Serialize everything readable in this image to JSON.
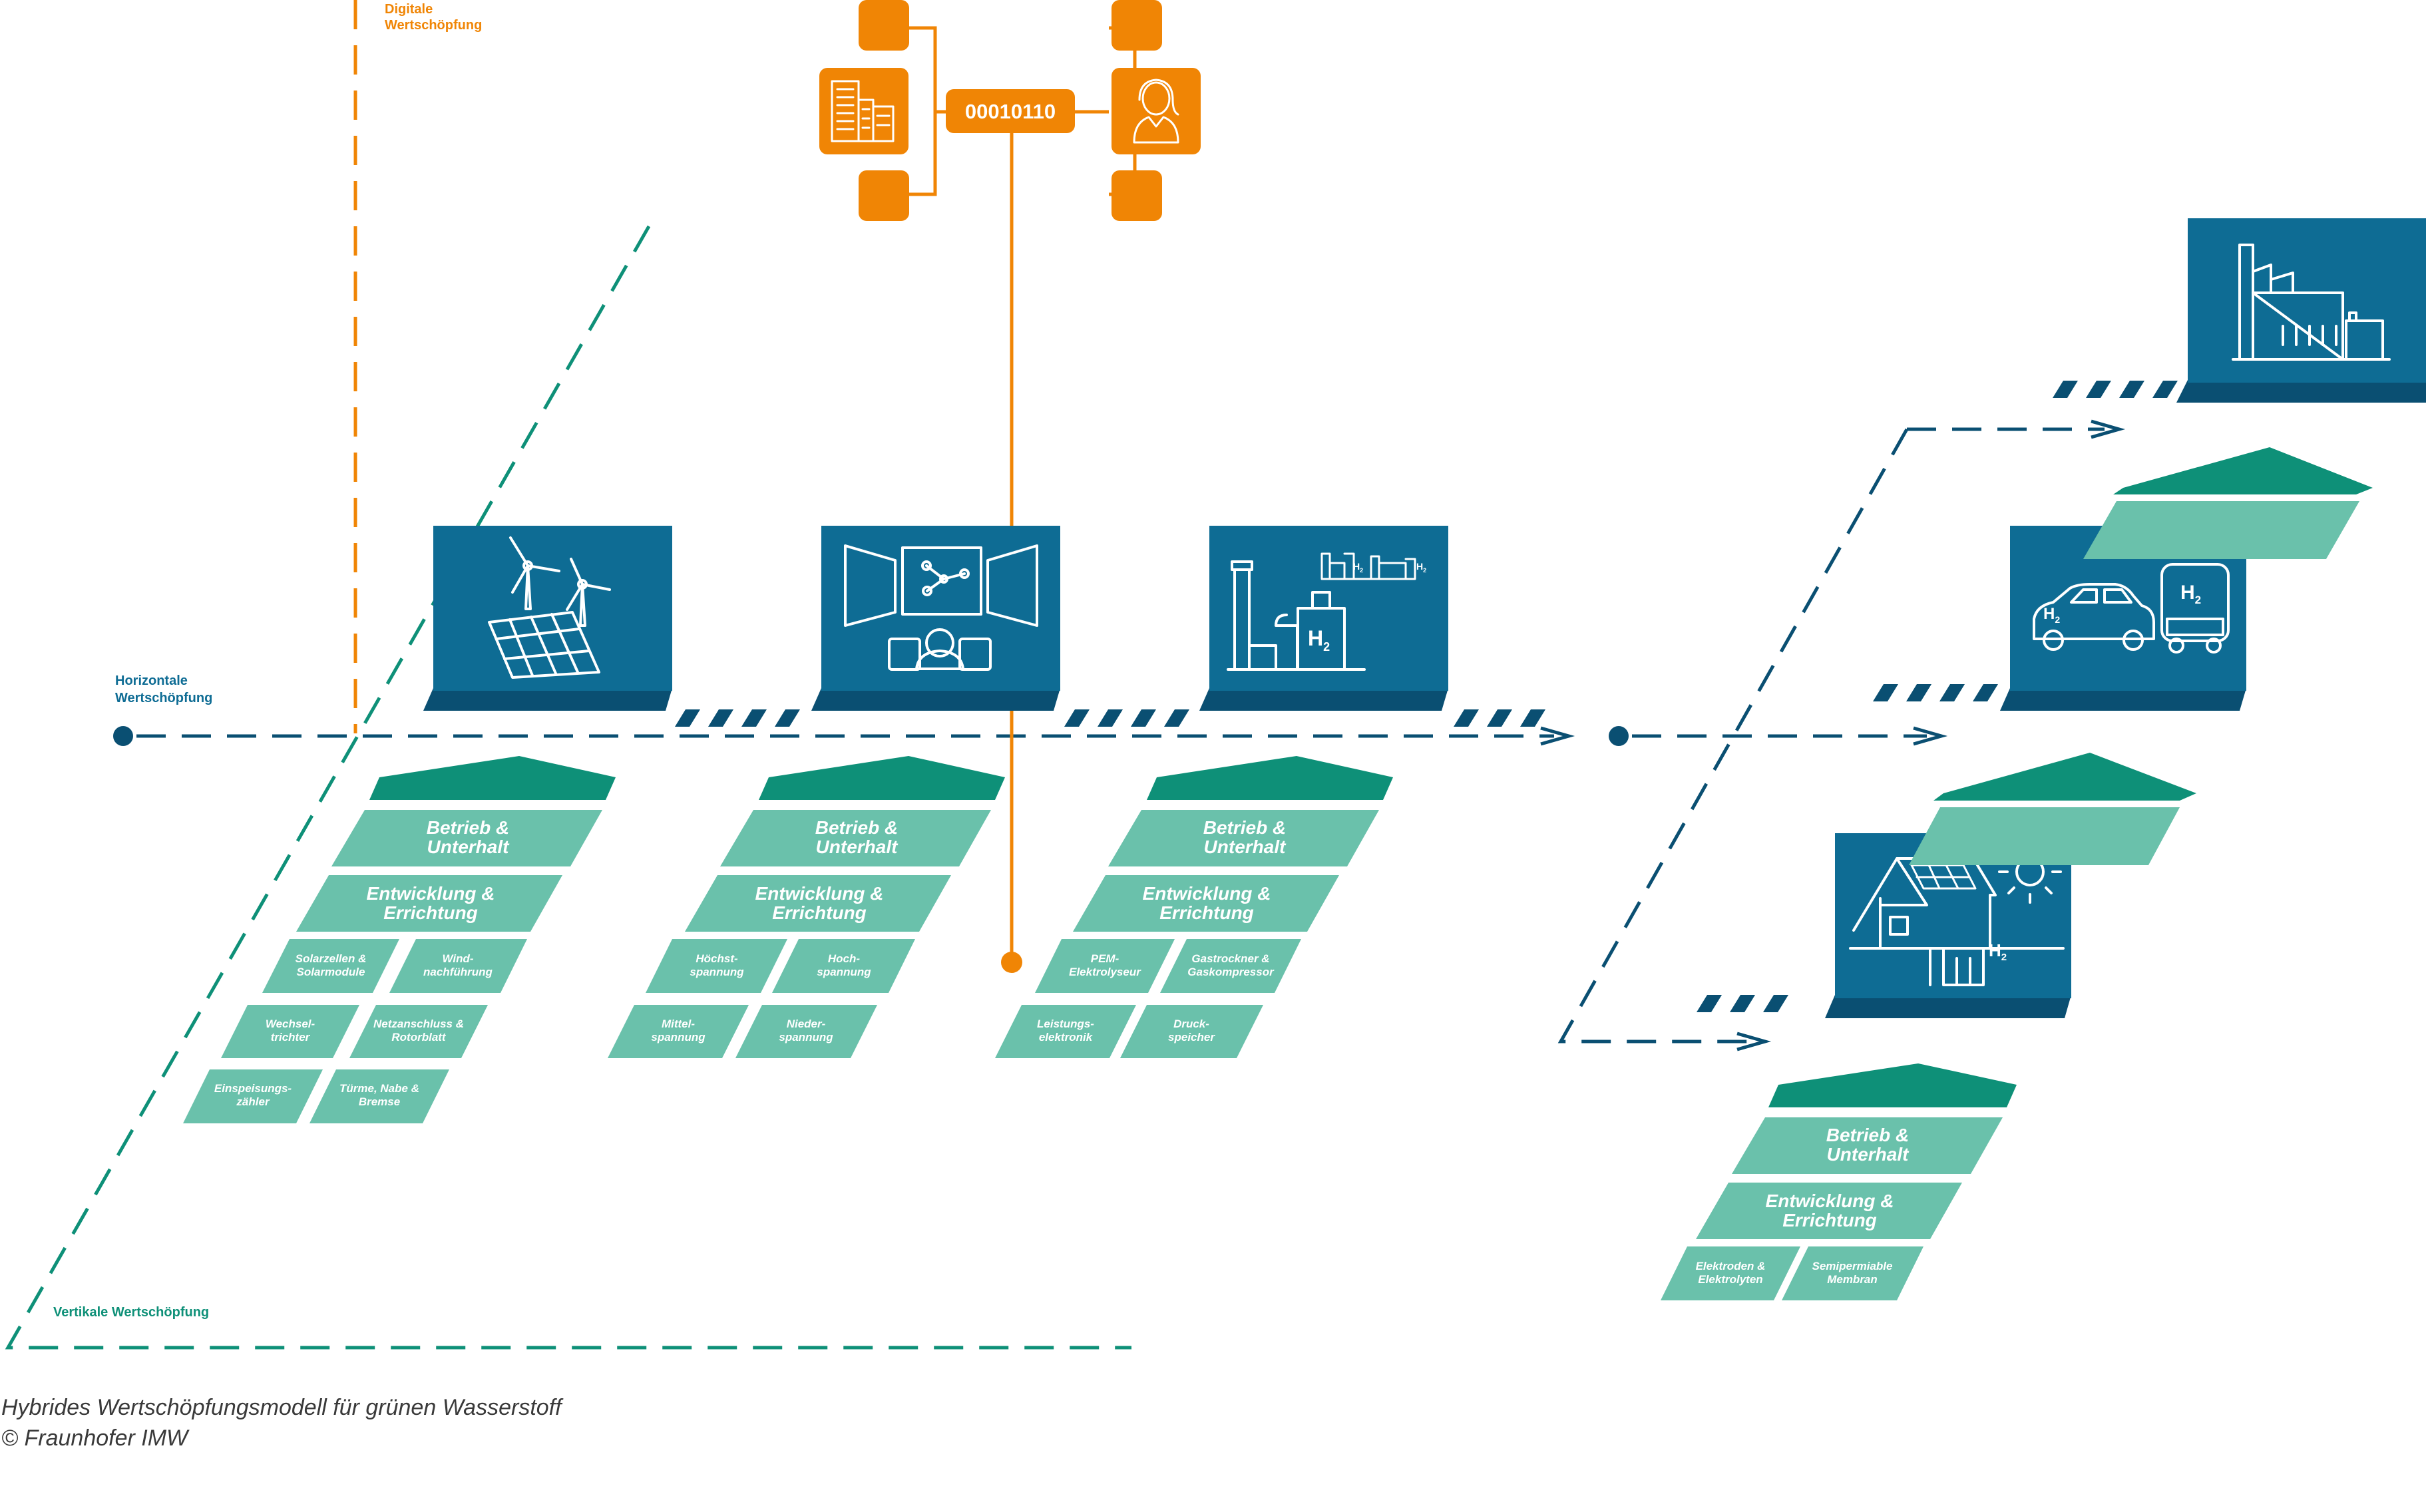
{
  "labels": {
    "digital_line1": "Digitale",
    "digital_line2": "Wertschöpfung",
    "horizontal_line1": "Horizontale",
    "horizontal_line2": "Wertschöpfung",
    "vertical": "Vertikale Wertschöpfung"
  },
  "binary_code": "00010110",
  "caption": {
    "line1": "Hybrides Wertschöpfungsmodell für grünen Wasserstoff",
    "line2": "© Fraunhofer IMW"
  },
  "icons": {
    "wind_solar": "wind-turbine-solar-panel-icon",
    "grid": "control-room-network-icon",
    "h2_plant": "hydrogen-plant-icon",
    "industry": "factory-icon",
    "mobility": "hydrogen-vehicles-icon",
    "home": "hydrogen-house-icon",
    "company": "office-buildings-icon",
    "user": "person-icon"
  },
  "stacks": {
    "wind": {
      "operation": [
        "Betrieb &",
        "Unterhalt"
      ],
      "development": [
        "Entwicklung &",
        "Errichtung"
      ],
      "components": [
        [
          "Solarzellen &",
          "Solarmodule"
        ],
        [
          "Wind-",
          "nachführung"
        ],
        [
          "Wechsel-",
          "trichter"
        ],
        [
          "Netzanschluss &",
          "Rotorblatt"
        ],
        [
          "Einspeisungs-",
          "zähler"
        ],
        [
          "Türme, Nabe &",
          "Bremse"
        ]
      ]
    },
    "grid": {
      "operation": [
        "Betrieb &",
        "Unterhalt"
      ],
      "development": [
        "Entwicklung &",
        "Errichtung"
      ],
      "components": [
        [
          "Höchst-",
          "spannung"
        ],
        [
          "Hoch-",
          "spannung"
        ],
        [
          "Mittel-",
          "spannung"
        ],
        [
          "Nieder-",
          "spannung"
        ]
      ]
    },
    "h2": {
      "operation": [
        "Betrieb &",
        "Unterhalt"
      ],
      "development": [
        "Entwicklung &",
        "Errichtung"
      ],
      "components": [
        [
          "PEM-",
          "Elektrolyseur"
        ],
        [
          "Gastrockner &",
          "Gaskompressor"
        ],
        [
          "Leistungs-",
          "elektronik"
        ],
        [
          "Druck-",
          "speicher"
        ]
      ]
    },
    "home": {
      "operation": [
        "Betrieb &",
        "Unterhalt"
      ],
      "development": [
        "Entwicklung &",
        "Errichtung"
      ],
      "components": [
        [
          "Elektroden &",
          "Elektrolyten"
        ],
        [
          "Semipermiable",
          "Membran"
        ]
      ]
    }
  },
  "colors": {
    "navy": "#0e6c94",
    "navy_dark": "#0a4f72",
    "teal": "#0e9078",
    "teal_light": "#6ac1ab",
    "orange": "#f08505"
  }
}
